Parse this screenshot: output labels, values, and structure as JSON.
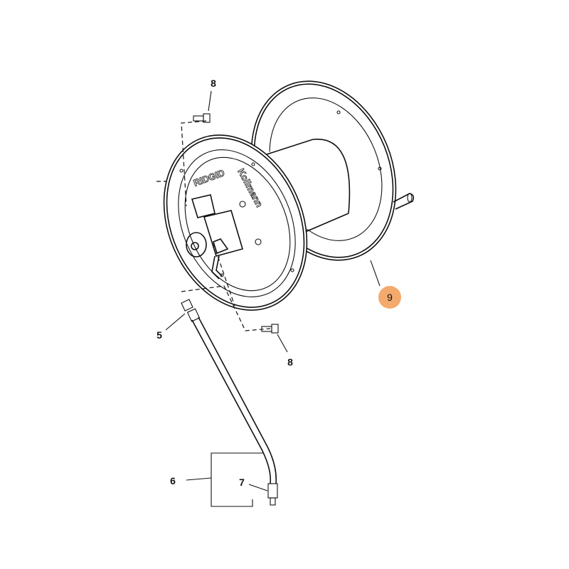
{
  "diagram": {
    "title": "Hose reel parts diagram",
    "logo_text": [
      "RIDGID",
      "Kollmann"
    ],
    "highlight_color": "#f4aa6c",
    "callouts": [
      {
        "id": "callout-8-top",
        "label": "8"
      },
      {
        "id": "callout-9",
        "label": "9",
        "highlighted": true
      },
      {
        "id": "callout-5",
        "label": "5"
      },
      {
        "id": "callout-8-bottom",
        "label": "8"
      },
      {
        "id": "callout-6",
        "label": "6"
      },
      {
        "id": "callout-7",
        "label": "7"
      }
    ]
  }
}
